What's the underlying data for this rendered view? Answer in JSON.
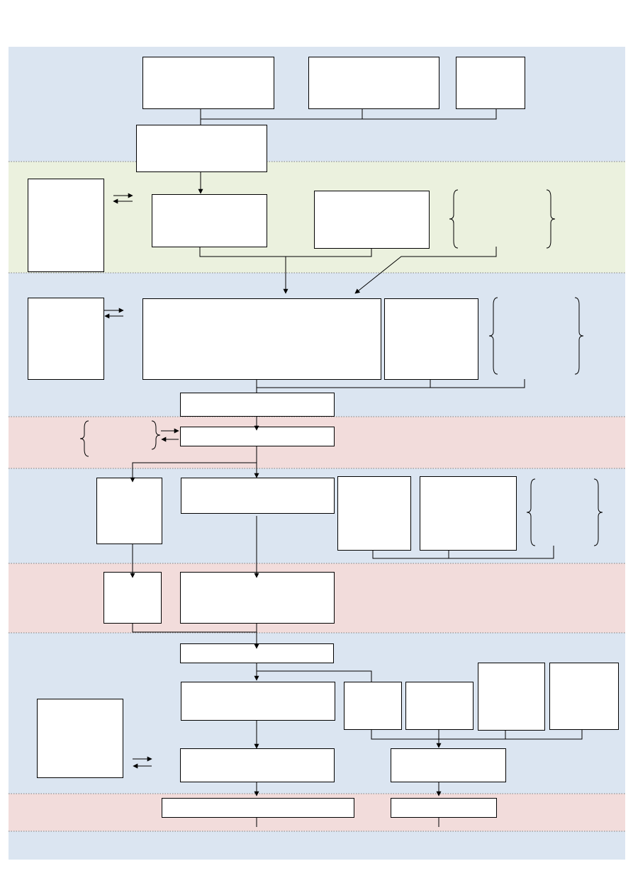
{
  "colors": {
    "band_blue": "#dbe5f1",
    "band_green": "#ebf1de",
    "band_pink": "#f2dcdb",
    "box_fill": "#ffffff",
    "stroke": "#000000",
    "divider": "#7f7f7f"
  },
  "bands": [
    {
      "name": "band-1",
      "kind": "blue"
    },
    {
      "name": "band-2",
      "kind": "green"
    },
    {
      "name": "band-3",
      "kind": "blue"
    },
    {
      "name": "band-4",
      "kind": "pink"
    },
    {
      "name": "band-5",
      "kind": "blue"
    },
    {
      "name": "band-6",
      "kind": "pink"
    },
    {
      "name": "band-7",
      "kind": "blue"
    },
    {
      "name": "band-8",
      "kind": "pink"
    },
    {
      "name": "band-9",
      "kind": "blue"
    }
  ],
  "boxes": [
    {
      "name": "box-top-a"
    },
    {
      "name": "box-top-b"
    },
    {
      "name": "box-top-c"
    },
    {
      "name": "box-merge-1"
    },
    {
      "name": "box-side-left-1"
    },
    {
      "name": "box-mid-a"
    },
    {
      "name": "box-mid-b"
    },
    {
      "name": "box-side-left-2"
    },
    {
      "name": "box-central-large"
    },
    {
      "name": "box-central-right"
    },
    {
      "name": "box-strip-1"
    },
    {
      "name": "box-strip-2"
    },
    {
      "name": "box-left-small-1"
    },
    {
      "name": "box-main-5"
    },
    {
      "name": "box-right-5a"
    },
    {
      "name": "box-right-5b"
    },
    {
      "name": "box-left-small-2"
    },
    {
      "name": "box-main-6"
    },
    {
      "name": "box-strip-3"
    },
    {
      "name": "box-main-7"
    },
    {
      "name": "box-right-7a"
    },
    {
      "name": "box-right-7b"
    },
    {
      "name": "box-right-7c"
    },
    {
      "name": "box-right-7d"
    },
    {
      "name": "box-side-left-3"
    },
    {
      "name": "box-main-8"
    },
    {
      "name": "box-right-8"
    },
    {
      "name": "box-bottom-wide"
    },
    {
      "name": "box-bottom-right"
    }
  ]
}
